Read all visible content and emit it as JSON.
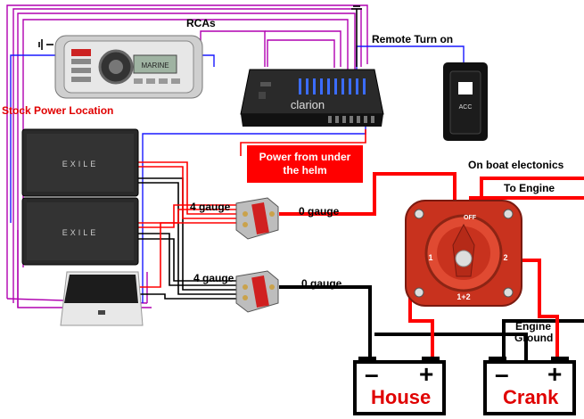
{
  "labels": {
    "rcas": "RCAs",
    "remote_turn_on": "Remote Turn on",
    "stock_power_location": "Stock Power Location",
    "power_from_helm_line1": "Power from under",
    "power_from_helm_line2": "the helm",
    "on_boat_electronics": "On boat electonics",
    "to_engine": "To Engine",
    "gauge_4_top": "4 gauge",
    "gauge_0_top": "0 gauge",
    "gauge_4_bottom": "4 gauge",
    "gauge_0_bottom": "0 gauge",
    "engine_ground_line1": "Engine",
    "engine_ground_line2": "Ground"
  },
  "devices": {
    "head_unit_text": "MARINE",
    "processor_brand": "clarion",
    "amp_brand_1": "EXILE",
    "amp_brand_2": "EXILE",
    "switch_label": "ACC",
    "switch_off": "OFF",
    "switch_pos_1": "1",
    "switch_pos_2": "2",
    "switch_pos_both": "1+2"
  },
  "batteries": {
    "house": {
      "name": "House",
      "neg": "–",
      "pos": "+"
    },
    "crank": {
      "name": "Crank",
      "neg": "–",
      "pos": "+"
    }
  },
  "colors": {
    "positive_wire": "#ff0000",
    "ground_wire": "#000000",
    "rca_wire": "#b000b0",
    "remote_wire": "#1a1aff",
    "callout_bg": "#ff0000"
  }
}
